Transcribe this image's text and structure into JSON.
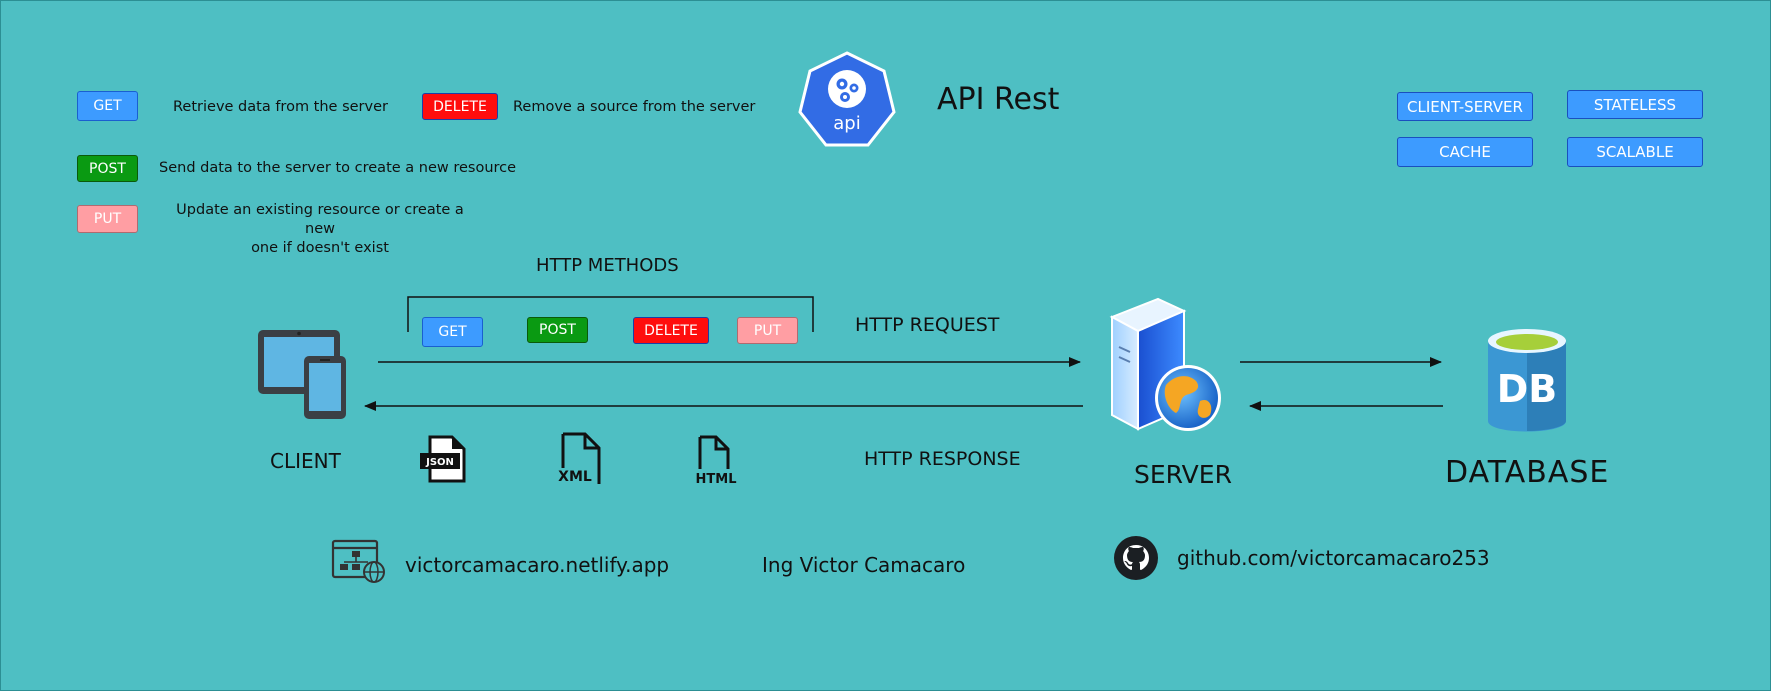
{
  "title": "API Rest",
  "api_logo_text": "api",
  "methods_legend": [
    {
      "label": "GET",
      "desc": "Retrieve data from the server"
    },
    {
      "label": "DELETE",
      "desc": "Remove a source from  the server"
    },
    {
      "label": "POST",
      "desc": "Send data to the server to create a new resource"
    },
    {
      "label": "PUT",
      "desc_line1": "Update an existing resource or create a new",
      "desc_line2": "one if doesn't exist"
    }
  ],
  "principles": [
    "CLIENT-SERVER",
    "STATELESS",
    "CACHE",
    "SCALABLE"
  ],
  "http_methods_title": "HTTP METHODS",
  "http_methods_row": [
    "GET",
    "POST",
    "DELETE",
    "PUT"
  ],
  "http_request_label": "HTTP REQUEST",
  "http_response_label": "HTTP RESPONSE",
  "nodes": {
    "client": "CLIENT",
    "server": "SERVER",
    "database": "DATABASE",
    "db_icon_text": "DB"
  },
  "formats": [
    "JSON",
    "XML",
    "HTML"
  ],
  "footer": {
    "website": "victorcamacaro.netlify.app",
    "author": "Ing Victor Camacaro",
    "github": "github.com/victorcamacaro253"
  },
  "colors": {
    "background": "#4ebfc3",
    "get": "#3d9bff",
    "post": "#0a9a12",
    "delete": "#ff0d0d",
    "put": "#ff9ea3",
    "api_logo": "#326ce5"
  },
  "icons": [
    "devices-icon",
    "server-icon",
    "database-icon",
    "api-logo-icon",
    "json-file-icon",
    "xml-file-icon",
    "html-file-icon",
    "website-icon",
    "github-icon"
  ]
}
